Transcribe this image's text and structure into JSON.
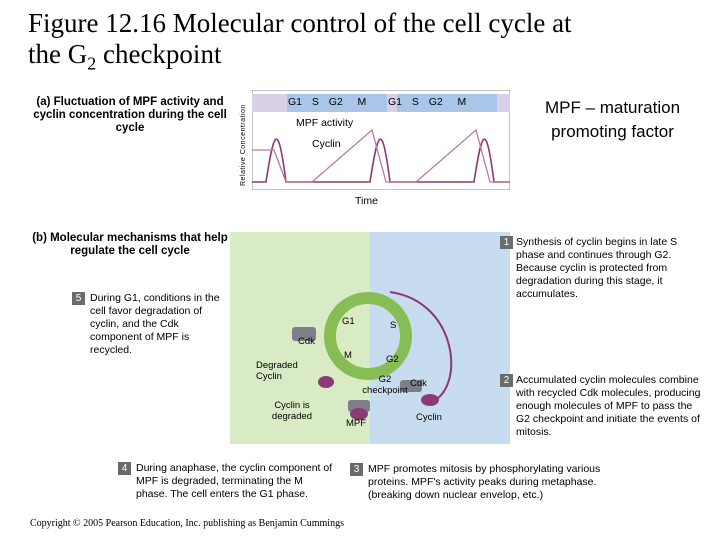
{
  "title": {
    "line1": "Figure 12.16 Molecular control of the cell cycle at",
    "line2_pre": "the G",
    "line2_sub": "2",
    "line2_post": " checkpoint"
  },
  "panel_a": {
    "caption": "(a) Fluctuation of MPF activity and cyclin concentration during the cell cycle",
    "y_axis_label": "Relative Concentration",
    "x_axis_label": "Time",
    "phase_labels": [
      "G1",
      "S",
      "G2",
      "M",
      "G1",
      "S",
      "G2",
      "M"
    ],
    "mpf_label": "MPF activity",
    "cyclin_label": "Cyclin"
  },
  "mpf_definition": "MPF – maturation promoting factor",
  "panel_b": {
    "caption": "(b) Molecular mechanisms that help regulate the cell cycle",
    "cycle_labels": {
      "g1": "G1",
      "s": "S",
      "g2": "G2",
      "m": "M"
    },
    "cdk_left": "Cdk",
    "cdk_right": "Cdk",
    "degraded_cyclin": "Degraded Cyclin",
    "cyclin_is_degraded": "Cyclin is degraded",
    "g2_checkpoint": "G2 checkpoint",
    "mpf": "MPF",
    "cyclin": "Cyclin",
    "steps": [
      {
        "n": "1",
        "text": "Synthesis of cyclin begins in late S phase and continues through G2. Because cyclin is protected from degradation during this stage, it accumulates."
      },
      {
        "n": "2",
        "text": "Accumulated cyclin molecules combine with recycled Cdk molecules, producing enough molecules of MPF to pass the G2 checkpoint and initiate the events of mitosis."
      },
      {
        "n": "3",
        "text": "MPF promotes mitosis by phosphorylating various proteins. MPF's activity peaks during metaphase. (breaking down nuclear envelop, etc.)"
      },
      {
        "n": "4",
        "text": "During anaphase, the cyclin component of MPF is degraded, terminating the M phase. The cell enters the G1 phase."
      },
      {
        "n": "5",
        "text": "During G1, conditions in the cell favor degradation of cyclin, and the Cdk component of MPF is recycled."
      }
    ]
  },
  "copyright": "Copyright © 2005 Pearson Education, Inc. publishing as Benjamin Cummings",
  "colors": {
    "blue_band": "#a9c5e8",
    "mpf_line": "#8a3a76",
    "cyclin_line": "#8a3a76",
    "cycle_green": "#86bd55",
    "panel_green": "#d9ebc5",
    "panel_blue": "#c8dcf0",
    "cdk_gray": "#7c7f8a"
  }
}
